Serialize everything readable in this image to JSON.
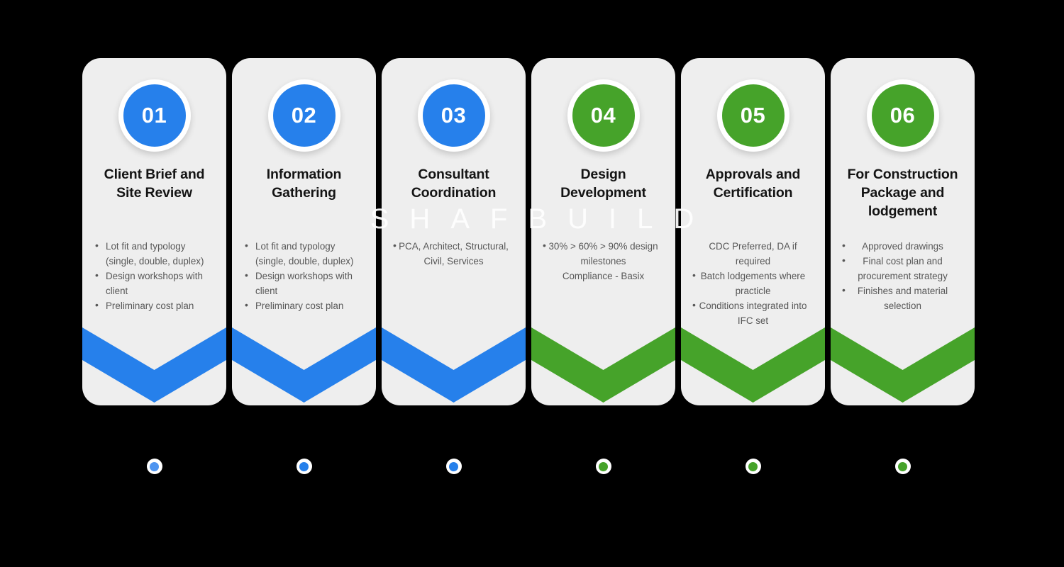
{
  "watermark": {
    "text": "SHAFBUILD",
    "color": "#ffffff"
  },
  "theme": {
    "blue": "#2680EB",
    "green": "#46A32A",
    "card_bg": "#eeeeee",
    "title_color": "#141414",
    "body_color": "#575757",
    "page_bg": "#000000"
  },
  "steps": [
    {
      "number": "01",
      "title": "Client Brief and Site Review",
      "color": "#2680EB",
      "align": "left",
      "dot_color": "#4D94F0",
      "items": [
        {
          "text": "Lot fit and typology (single, double, duplex)",
          "bulleted": true
        },
        {
          "text": "Design workshops with client",
          "bulleted": true
        },
        {
          "text": "Preliminary cost plan",
          "bulleted": true
        }
      ]
    },
    {
      "number": "02",
      "title": "Information Gathering",
      "color": "#2680EB",
      "align": "left",
      "dot_color": "#2680EB",
      "items": [
        {
          "text": "Lot fit and typology (single, double, duplex)",
          "bulleted": true
        },
        {
          "text": "Design workshops with client",
          "bulleted": true
        },
        {
          "text": "Preliminary cost plan",
          "bulleted": true
        }
      ]
    },
    {
      "number": "03",
      "title": "Consultant Coordination",
      "color": "#2680EB",
      "align": "center",
      "dot_color": "#2680EB",
      "items": [
        {
          "text": "PCA, Architect, Structural, Civil, Services",
          "bulleted": true
        }
      ]
    },
    {
      "number": "04",
      "title": "Design Development",
      "color": "#46A32A",
      "align": "center",
      "dot_color": "#46A32A",
      "items": [
        {
          "text": "30% > 60% > 90% design milestones",
          "bulleted": true
        },
        {
          "text": "Compliance - Basix",
          "bulleted": false
        }
      ]
    },
    {
      "number": "05",
      "title": "Approvals and Certification",
      "color": "#46A32A",
      "align": "center",
      "dot_color": "#46A32A",
      "items": [
        {
          "text": "CDC Preferred, DA if required",
          "bulleted": false
        },
        {
          "text": "Batch lodgements where practicle",
          "bulleted": true
        },
        {
          "text": "Conditions integrated into IFC set",
          "bulleted": true
        }
      ]
    },
    {
      "number": "06",
      "title": "For Construction Package and lodgement",
      "color": "#46A32A",
      "align": "center",
      "dot_color": "#46A32A",
      "items": [
        {
          "text": "Approved drawings",
          "bulleted": true
        },
        {
          "text": "Final cost plan and procurement strategy",
          "bulleted": true
        },
        {
          "text": "Finishes and material selection",
          "bulleted": true
        }
      ]
    }
  ]
}
